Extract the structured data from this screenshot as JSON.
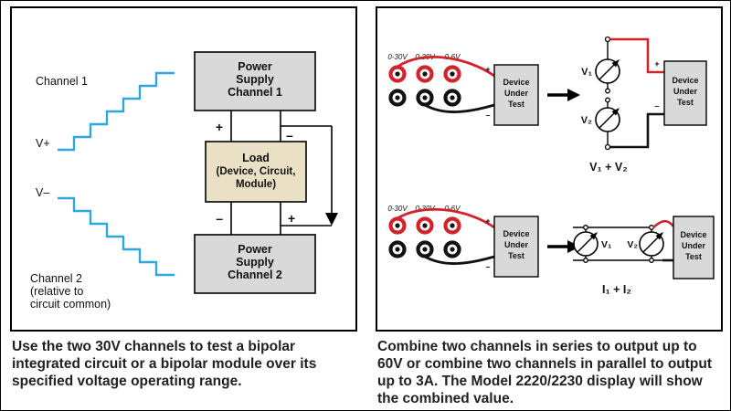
{
  "colors": {
    "waveform_blue": "#2ea7df",
    "wire_red": "#d2232a",
    "box_gray": "#d9d9d9",
    "load_tan": "#eae0c6",
    "caption_text": "#231f20"
  },
  "left_panel": {
    "channel1_label": "Channel 1",
    "vplus_label": "V+",
    "vminus_label": "V–",
    "channel2_label_lines": [
      "Channel 2",
      "(relative to",
      "circuit common)"
    ],
    "ps1_lines": [
      "Power",
      "Supply",
      "Channel 1"
    ],
    "load_lines": [
      "Load",
      "(Device, Circuit,",
      "Module)"
    ],
    "ps2_lines": [
      "Power",
      "Supply",
      "Channel 2"
    ],
    "plus": "+",
    "minus": "–",
    "caption": "Use the two 30V channels to test a bipolar integrated circuit or a bipolar module over its specified voltage operating range."
  },
  "right_panel": {
    "jack_labels": [
      "0-30V",
      "0-30V",
      "0-6V"
    ],
    "dut_lines": [
      "Device",
      "Under",
      "Test"
    ],
    "plus": "+",
    "minus": "–",
    "v1_label": "V₁",
    "v2_label": "V₂",
    "series_formula": "V₁ + V₂",
    "parallel_formula": "I₁ + I₂",
    "caption": "Combine two channels in series to output up to 60V or combine two channels in parallel to output up to 3A. The Model 2220/2230 display will show the combined value."
  }
}
